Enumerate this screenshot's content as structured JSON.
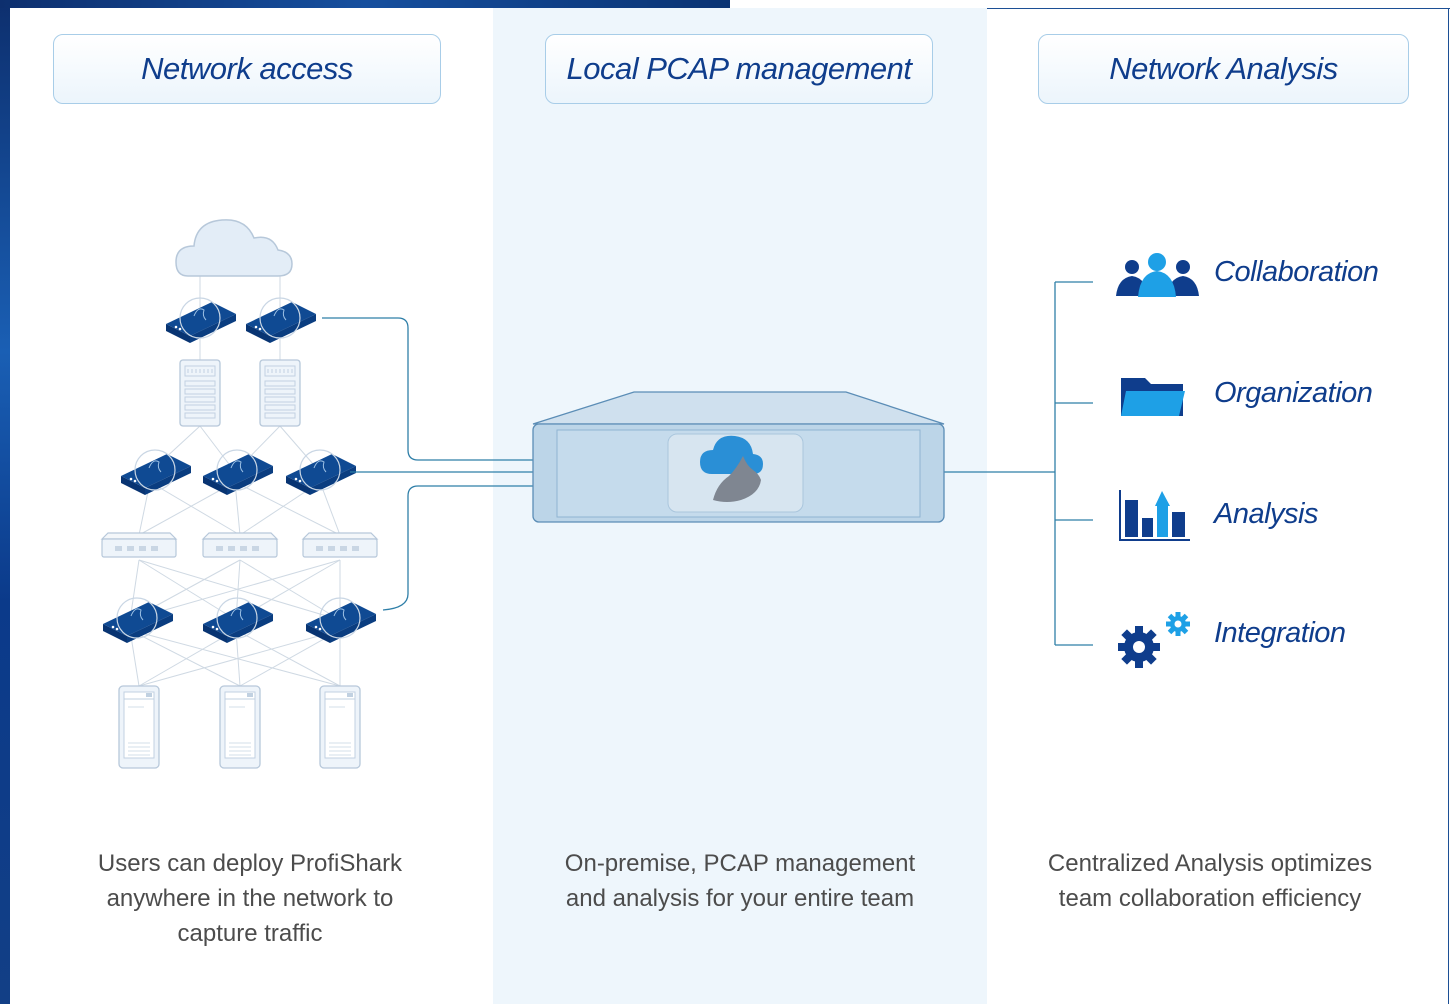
{
  "columns": {
    "left": {
      "title": "Network access",
      "caption": [
        "Users can deploy ProfiShark",
        "anywhere in the network to",
        "capture traffic"
      ]
    },
    "middle": {
      "title": "Local PCAP management",
      "caption": [
        "On-premise, PCAP management",
        "and analysis for your entire team"
      ]
    },
    "right": {
      "title": "Network Analysis",
      "caption": [
        "Centralized Analysis optimizes",
        "team collaboration efficiency"
      ]
    }
  },
  "features": [
    {
      "label": "Collaboration",
      "icon": "users-icon"
    },
    {
      "label": "Organization",
      "icon": "folder-icon"
    },
    {
      "label": "Analysis",
      "icon": "bar-chart-icon"
    },
    {
      "label": "Integration",
      "icon": "gears-icon"
    }
  ],
  "colors": {
    "brand_dark": "#0f3d8c",
    "brand_light": "#1ea0e6",
    "line": "#2f7fa8",
    "mid_band": "#eef6fc",
    "header_border": "#a8cde8",
    "caption_text": "#4c4c4c"
  }
}
